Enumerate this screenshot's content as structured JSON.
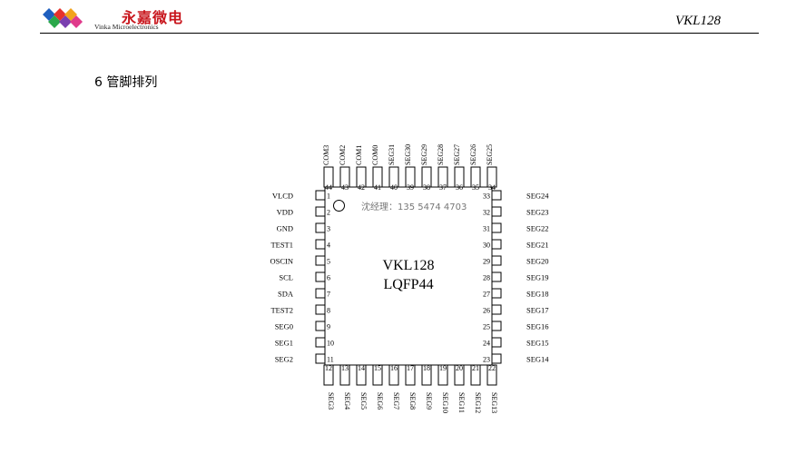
{
  "header": {
    "brand_cn": "永嘉微电",
    "brand_en": "Vinka Microelectronics",
    "doc_title": "VKL128"
  },
  "section": {
    "number": "6",
    "title": "管脚排列"
  },
  "chip": {
    "name": "VKL128",
    "package": "LQFP44",
    "contact": "沈经理：135 5474 4703",
    "left_pins": [
      {
        "num": "1",
        "label": "VLCD"
      },
      {
        "num": "2",
        "label": "VDD"
      },
      {
        "num": "3",
        "label": "GND"
      },
      {
        "num": "4",
        "label": "TEST1"
      },
      {
        "num": "5",
        "label": "OSCIN"
      },
      {
        "num": "6",
        "label": "SCL"
      },
      {
        "num": "7",
        "label": "SDA"
      },
      {
        "num": "8",
        "label": "TEST2"
      },
      {
        "num": "9",
        "label": "SEG0"
      },
      {
        "num": "10",
        "label": "SEG1"
      },
      {
        "num": "11",
        "label": "SEG2"
      }
    ],
    "bottom_pins": [
      {
        "num": "12",
        "label": "SEG3"
      },
      {
        "num": "13",
        "label": "SEG4"
      },
      {
        "num": "14",
        "label": "SEG5"
      },
      {
        "num": "15",
        "label": "SEG6"
      },
      {
        "num": "16",
        "label": "SEG7"
      },
      {
        "num": "17",
        "label": "SEG8"
      },
      {
        "num": "18",
        "label": "SEG9"
      },
      {
        "num": "19",
        "label": "SEG10"
      },
      {
        "num": "20",
        "label": "SEG11"
      },
      {
        "num": "21",
        "label": "SEG12"
      },
      {
        "num": "22",
        "label": "SEG13"
      }
    ],
    "right_pins": [
      {
        "num": "33",
        "label": "SEG24"
      },
      {
        "num": "32",
        "label": "SEG23"
      },
      {
        "num": "31",
        "label": "SEG22"
      },
      {
        "num": "30",
        "label": "SEG21"
      },
      {
        "num": "29",
        "label": "SEG20"
      },
      {
        "num": "28",
        "label": "SEG19"
      },
      {
        "num": "27",
        "label": "SEG18"
      },
      {
        "num": "26",
        "label": "SEG17"
      },
      {
        "num": "25",
        "label": "SEG16"
      },
      {
        "num": "24",
        "label": "SEG15"
      },
      {
        "num": "23",
        "label": "SEG14"
      }
    ],
    "top_pins": [
      {
        "num": "44",
        "label": "COM3"
      },
      {
        "num": "43",
        "label": "COM2"
      },
      {
        "num": "42",
        "label": "COM1"
      },
      {
        "num": "41",
        "label": "COM0"
      },
      {
        "num": "40",
        "label": "SEG31"
      },
      {
        "num": "39",
        "label": "SEG30"
      },
      {
        "num": "38",
        "label": "SEG29"
      },
      {
        "num": "37",
        "label": "SEG28"
      },
      {
        "num": "36",
        "label": "SEG27"
      },
      {
        "num": "35",
        "label": "SEG26"
      },
      {
        "num": "34",
        "label": "SEG25"
      }
    ]
  }
}
